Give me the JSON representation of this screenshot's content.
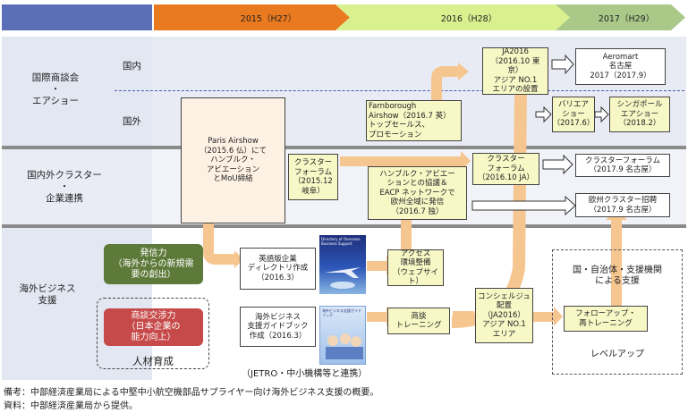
{
  "timeline": {
    "y2015": "2015（H27）",
    "y2016": "2016（H28）",
    "y2017": "2017（H29）"
  },
  "rows": {
    "trade": "国際商談会\n・\nエアショー",
    "domestic": "国内",
    "overseas": "国外",
    "cluster": "国内外クラスター\n・\n企業連携",
    "support": "海外ビジネス\n支援"
  },
  "boxes": {
    "paris": "Paris Airshow\n（2015.6 仏）にて\nハンブルク・\nアビエーション\nとMoU締結",
    "farnborough": "Farnborough\nAirshow（2016.7 英）\nトップセールス、\nプロモーション",
    "ja2016": "JA2016\n（2016.10 東京）\nアジア NO.1\nエリアの設置",
    "aeromart": "Aeromart\n名古屋\n2017（2017.9）",
    "variety": "バリエア\nショー\n（2017.6）",
    "singapore": "シンガポール\nエアショー\n（2018.2）",
    "cluster2015": "クラスター\nフォーラム\n（2015.12\n岐阜）",
    "hamburg": "ハンブルク・アビエー\nションとの協議＆\nEACP ネットワークで\n欧州全域に発信\n（2016.7 独）",
    "cluster2016": "クラスター\nフォーラム\n（2016.10 JA）",
    "cluster2017": "クラスターフォーラム\n（2017.9 名古屋）",
    "eu_cluster": "欧州クラスター招聘\n（2017.9 名古屋）",
    "directory": "英語版企業\nディレクトリ作成\n（2016.3）",
    "access": "アクセス\n環境整備\n（ウェブサイト）",
    "guidebook": "海外ビジネス\n支援ガイドブック\n作成（2016.3）",
    "negotiation": "商談\nトレーニング",
    "concierge": "コンシェルジュ\n配置\n（JA2016）\nアジア NO.1\nエリア",
    "followup": "フォローアップ・\n再トレーニング",
    "gov_support": "国・自治体・支援機関\nによる支援",
    "levelup": "レベルアップ",
    "hasshin": "発信力\n（海外からの新規需\n要の創出）",
    "shodan": "商談交渉力\n（日本企業の\n能力向上）",
    "jinzai": "人材育成",
    "jetro": "（JETRO・中小機構等と連携）"
  },
  "notes": {
    "note1": "備考：中部経済産業局による中堅中小航空機部品サプライヤー向け海外ビジネス支援の概要。",
    "note2": "資料：中部経済産業局から提供。"
  },
  "images": {
    "directory_cover_title": "Directory of Overseas Business Support",
    "guidebook_cover_title": "海外ビジネス支援ガイドブック"
  },
  "colors": {
    "header_blue": "#5b6fb7",
    "header_orange": "#ea7a1f",
    "header_lightgreen": "#d9f08f",
    "header_green": "#aac989",
    "row_band": "#e8ebf3",
    "arrow_orange": "#f6c690",
    "box_yellow": "#f7f8c6",
    "green_box": "#5e7a3a",
    "red_box": "#c64a49"
  }
}
